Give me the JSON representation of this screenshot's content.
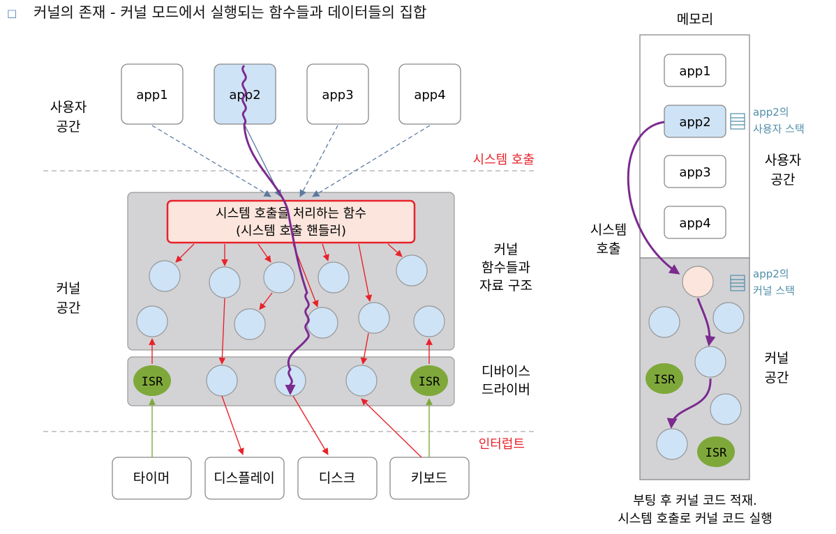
{
  "heading": {
    "bullet": "□",
    "text": "커널의 존재 - 커널 모드에서 실행되는 함수들과 데이터들의 집합"
  },
  "left": {
    "user_space": [
      "사용자",
      "공간"
    ],
    "apps": [
      "app1",
      "app2",
      "app3",
      "app4"
    ],
    "system_call_label": "시스템 호출",
    "handler": [
      "시스템 호출을 처리하는 함수",
      "(시스템 호출 핸들러)"
    ],
    "kernel_space": [
      "커널",
      "공간"
    ],
    "kernel_funcs": [
      "커널",
      "함수들과",
      "자료 구조"
    ],
    "device_driver": [
      "디바이스",
      "드라이버"
    ],
    "isr_labels": [
      "ISR",
      "ISR"
    ],
    "interrupt_label": "인터럽트",
    "devices": [
      "타이머",
      "디스플레이",
      "디스크",
      "키보드"
    ]
  },
  "right": {
    "memory_title": "메모리",
    "apps": [
      "app1",
      "app2",
      "app3",
      "app4"
    ],
    "user_stack": [
      "app2의",
      "사용자 스택"
    ],
    "kernel_stack": [
      "app2의",
      "커널 스택"
    ],
    "user_space": [
      "사용자",
      "공간"
    ],
    "kernel_space": [
      "커널",
      "공간"
    ],
    "system_call": [
      "시스템",
      "호출"
    ],
    "isr_labels": [
      "ISR",
      "ISR"
    ],
    "caption": [
      "부팅 후 커널 코드 적재.",
      "시스템 호출로 커널 코드 실행"
    ]
  },
  "colors": {
    "red": "#e8222a",
    "purple": "#7b2a8e",
    "blue_arrow": "#5b7aa0",
    "green": "#7fa83a",
    "node_fill": "#cfe3f6",
    "gray_area": "#d3d3d6",
    "handler_fill": "#fbe5dc",
    "stack_teal": "#4f8ea8"
  }
}
